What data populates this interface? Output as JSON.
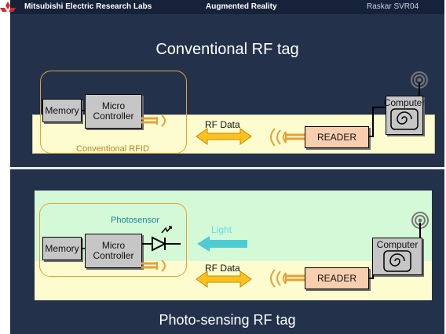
{
  "header": {
    "org": "Mitsubishi Electric Research Labs",
    "topic": "Augmented Reality",
    "author": "Raskar SVR04"
  },
  "colors": {
    "header_bg": "#16223a",
    "slide_bg": "#23324a",
    "band_yellow": "#fdfccf",
    "band_green": "#d4f9d6",
    "box_gray": "#c6c6c6",
    "reader_fill": "#f8ceae",
    "orange": "#e8a033",
    "arrow_yellow": "#fbc21f",
    "light_arrow": "#4ecbd3",
    "logo_red": "#d7282f"
  },
  "icons": [
    "mitsubishi-logo-icon",
    "antenna-icon",
    "rf-emitter-icon",
    "rf-wave-icon",
    "led-photosensor-icon",
    "computer-spiral-icon"
  ],
  "panel1": {
    "title": "Conventional RF tag",
    "memory": "Memory",
    "micro_line1": "Micro",
    "micro_line2": "Controller",
    "rf_data": "RF Data",
    "reader": "READER",
    "computer": "Computer",
    "rfid_label": "Conventional RFID"
  },
  "panel2": {
    "title": "Photo-sensing RF tag",
    "memory": "Memory",
    "micro_line1": "Micro",
    "micro_line2": "Controller",
    "photosensor": "Photosensor",
    "light": "Light",
    "rf_data": "RF Data",
    "reader": "READER",
    "computer": "Computer"
  }
}
